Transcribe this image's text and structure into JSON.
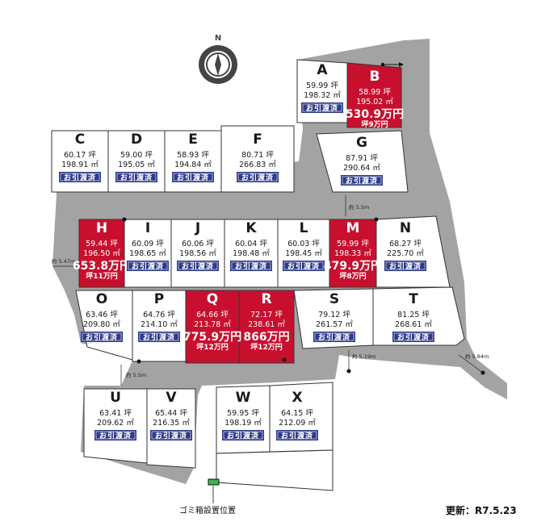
{
  "compass": {
    "letter": "N"
  },
  "lots": [
    {
      "id": "A",
      "tsubo": "59.99 坪",
      "area": "198.32 ㎡",
      "status": "お引渡済",
      "sold": true
    },
    {
      "id": "B",
      "tsubo": "58.99 坪",
      "area": "195.02 ㎡",
      "price": "530.9万円",
      "unit": "坪9万円",
      "sold": false
    },
    {
      "id": "C",
      "tsubo": "60.17 坪",
      "area": "198.91 ㎡",
      "status": "お引渡済",
      "sold": true
    },
    {
      "id": "D",
      "tsubo": "59.00 坪",
      "area": "195.05 ㎡",
      "status": "お引渡済",
      "sold": true
    },
    {
      "id": "E",
      "tsubo": "58.93 坪",
      "area": "194.84 ㎡",
      "status": "お引渡済",
      "sold": true
    },
    {
      "id": "F",
      "tsubo": "80.71 坪",
      "area": "266.83 ㎡",
      "status": "お引渡済",
      "sold": true
    },
    {
      "id": "G",
      "tsubo": "87.91 坪",
      "area": "290.64 ㎡",
      "status": "お引渡済",
      "sold": true
    },
    {
      "id": "H",
      "tsubo": "59.44 坪",
      "area": "196.50 ㎡",
      "price": "653.8万円",
      "unit": "坪11万円",
      "sold": false
    },
    {
      "id": "I",
      "tsubo": "60.09 坪",
      "area": "198.65 ㎡",
      "status": "お引渡済",
      "sold": true
    },
    {
      "id": "J",
      "tsubo": "60.06 坪",
      "area": "198.56 ㎡",
      "status": "お引渡済",
      "sold": true
    },
    {
      "id": "K",
      "tsubo": "60.04 坪",
      "area": "198.48 ㎡",
      "status": "お引渡済",
      "sold": true
    },
    {
      "id": "L",
      "tsubo": "60.03 坪",
      "area": "198.45 ㎡",
      "status": "お引渡済",
      "sold": true
    },
    {
      "id": "M",
      "tsubo": "59.99 坪",
      "area": "198.33 ㎡",
      "price": "479.9万円",
      "unit": "坪8万円",
      "sold": false
    },
    {
      "id": "N",
      "tsubo": "68.27 坪",
      "area": "225.70 ㎡",
      "status": "お引渡済",
      "sold": true
    },
    {
      "id": "O",
      "tsubo": "63.46 坪",
      "area": "209.80 ㎡",
      "status": "お引渡済",
      "sold": true
    },
    {
      "id": "P",
      "tsubo": "64.76 坪",
      "area": "214.10 ㎡",
      "status": "お引渡済",
      "sold": true
    },
    {
      "id": "Q",
      "tsubo": "64.66 坪",
      "area": "213.78 ㎡",
      "price": "775.9万円",
      "unit": "坪12万円",
      "sold": false
    },
    {
      "id": "R",
      "tsubo": "72.17 坪",
      "area": "238.61 ㎡",
      "price": "866万円",
      "unit": "坪12万円",
      "sold": false
    },
    {
      "id": "S",
      "tsubo": "79.12 坪",
      "area": "261.57 ㎡",
      "status": "お引渡済",
      "sold": true
    },
    {
      "id": "T",
      "tsubo": "81.25 坪",
      "area": "268.61 ㎡",
      "status": "お引渡済",
      "sold": true
    },
    {
      "id": "U",
      "tsubo": "63.41 坪",
      "area": "209.62 ㎡",
      "status": "お引渡済",
      "sold": true
    },
    {
      "id": "V",
      "tsubo": "65.44 坪",
      "area": "216.35 ㎡",
      "status": "お引渡済",
      "sold": true
    },
    {
      "id": "W",
      "tsubo": "59.95 坪",
      "area": "198.19 ㎡",
      "status": "お引渡済",
      "sold": true
    },
    {
      "id": "X",
      "tsubo": "64.15 坪",
      "area": "212.09 ㎡",
      "status": "お引渡済",
      "sold": true
    }
  ],
  "road_widths": {
    "top": "約 5.5m",
    "left": "約 5.47m",
    "mid": "約 5.19m",
    "right": "約 5.84m",
    "lower": "約 5.5m"
  },
  "garbage_label": "ゴミ箱設置位置",
  "updated": "更新：R7.5.23",
  "colors": {
    "road": "#a3a3a3",
    "sold_lot": "#ffffff",
    "available_lot": "#c8102e",
    "sold_badge": "#2e3a8c"
  }
}
